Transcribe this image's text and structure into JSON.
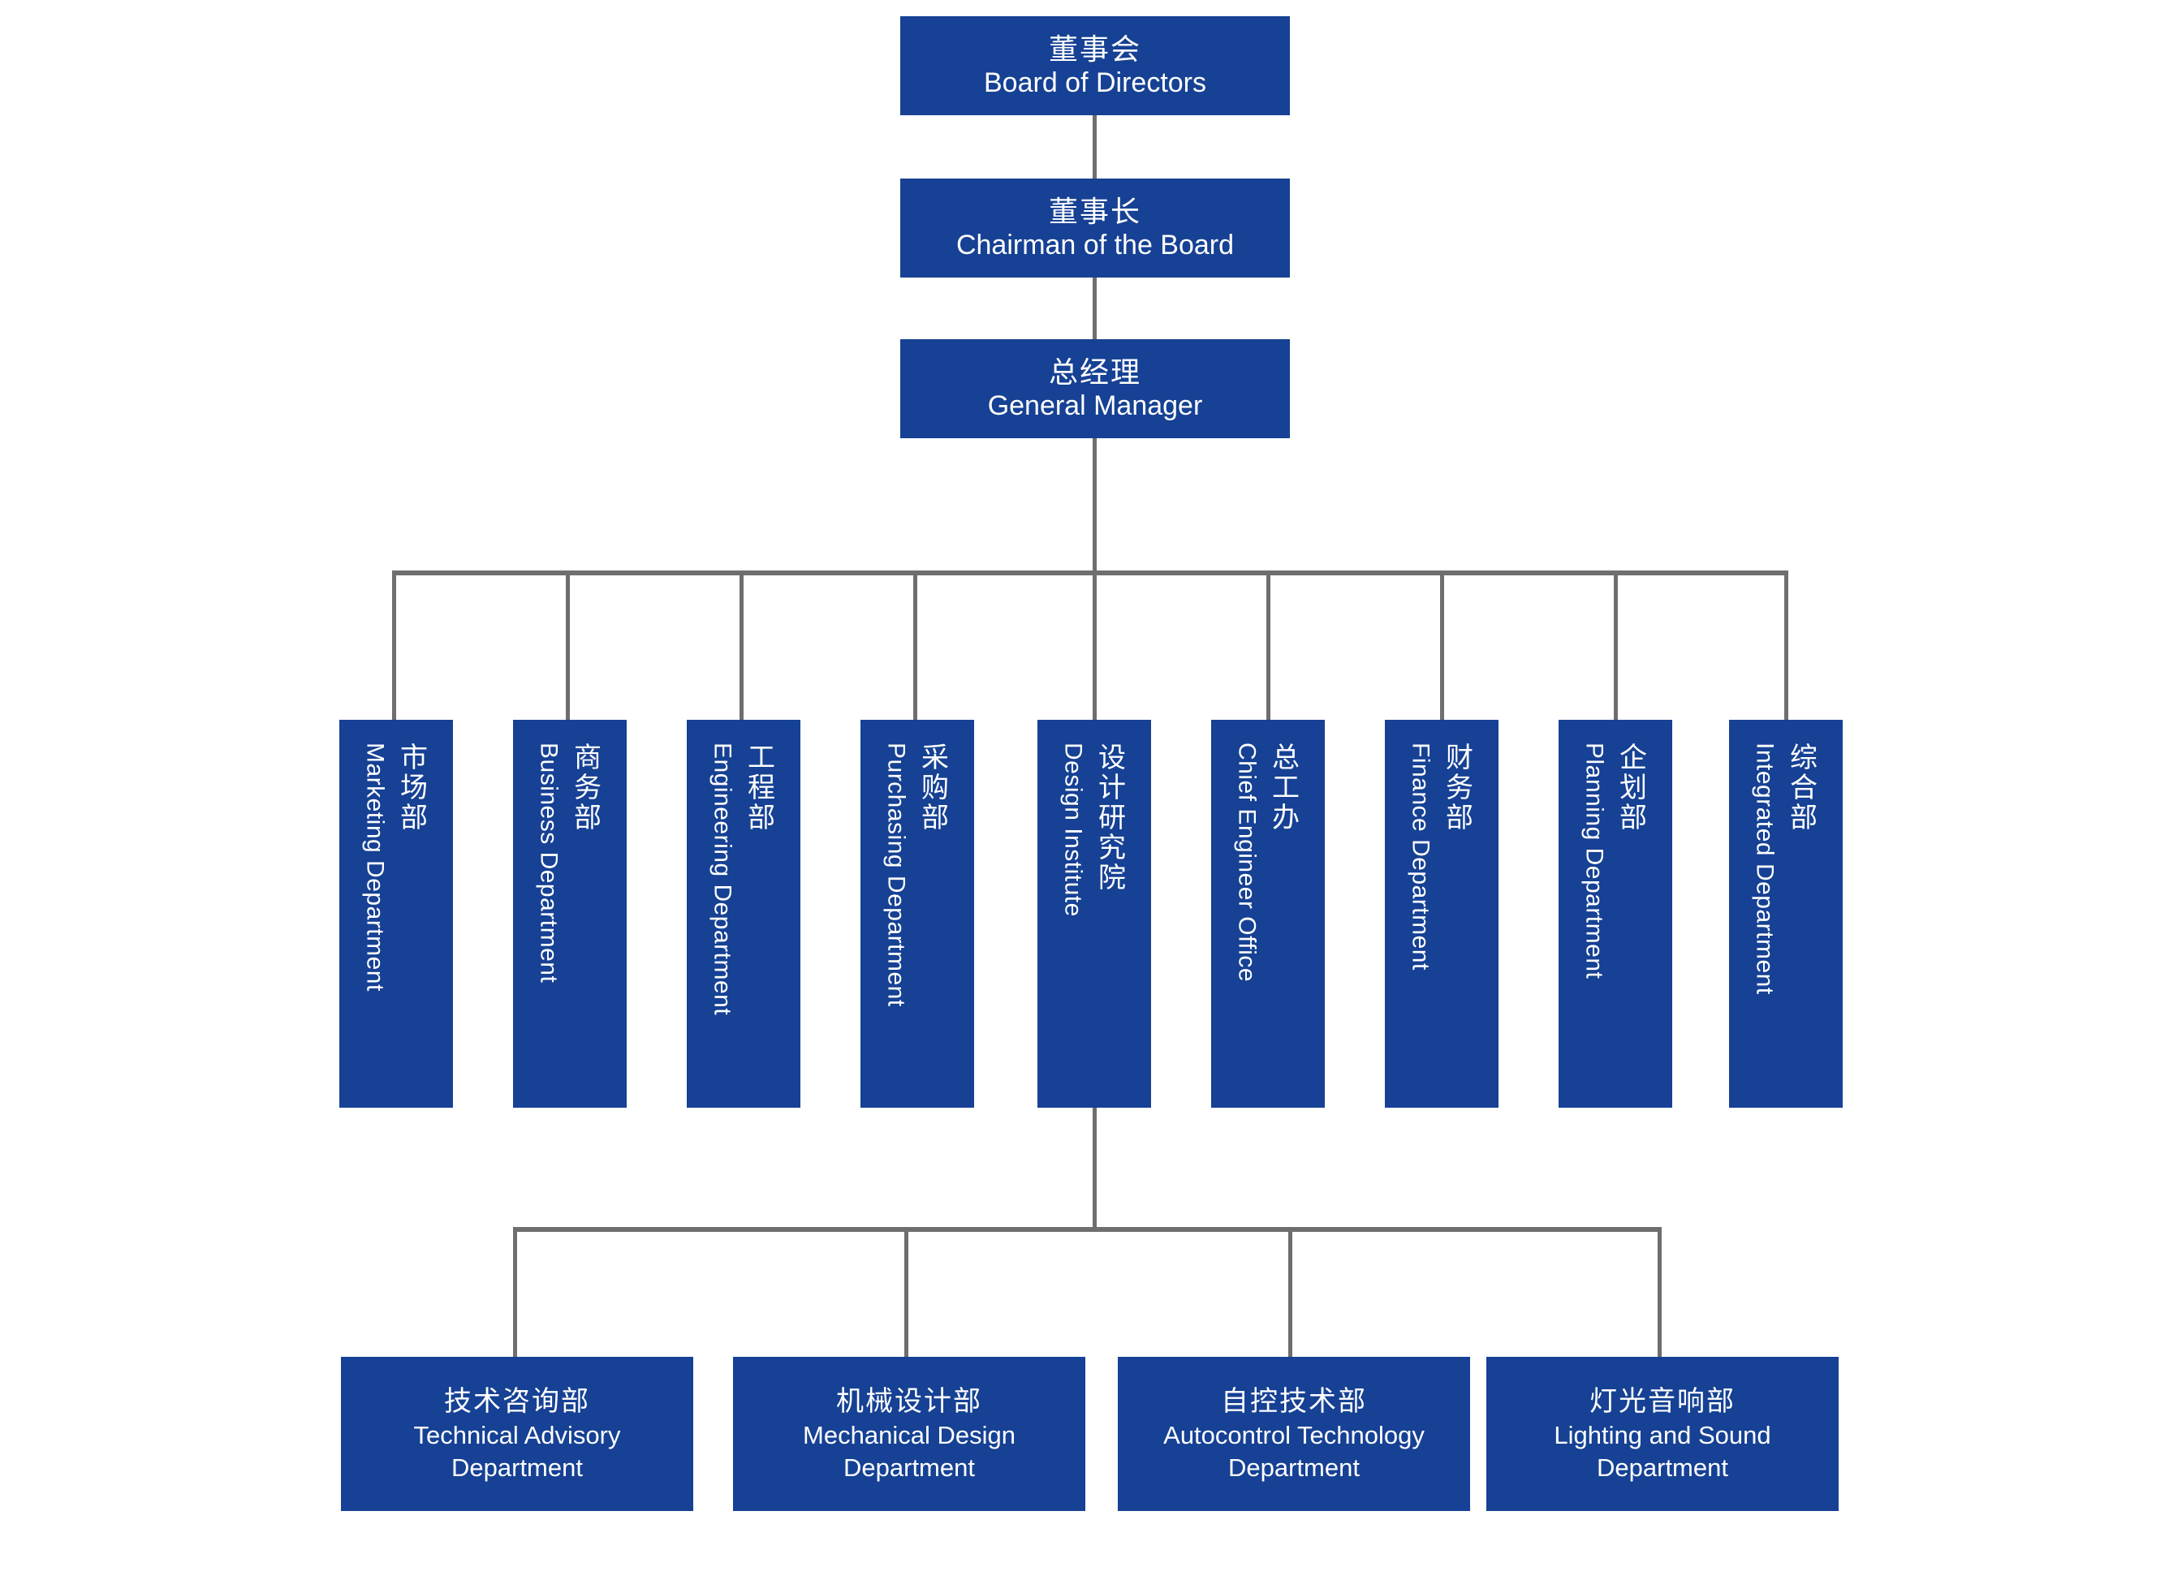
{
  "theme": {
    "box_color": "#164194",
    "line_color": "#6E6E6E",
    "text_color": "#FFFFFF",
    "background": "#FFFFFF"
  },
  "executive": [
    {
      "cn": "董事会",
      "en": "Board of Directors"
    },
    {
      "cn": "董事长",
      "en": "Chairman of the Board"
    },
    {
      "cn": "总经理",
      "en": "General Manager"
    }
  ],
  "departments": [
    {
      "cn": "市场部",
      "en": "Marketing Department"
    },
    {
      "cn": "商务部",
      "en": "Business Department"
    },
    {
      "cn": "工程部",
      "en": "Engineering Department"
    },
    {
      "cn": "采购部",
      "en": "Purchasing Department"
    },
    {
      "cn": "设计研究院",
      "en": "Design Institute"
    },
    {
      "cn": "总工办",
      "en": "Chief Engineer Office"
    },
    {
      "cn": "财务部",
      "en": "Finance Department"
    },
    {
      "cn": "企划部",
      "en": "Planning Department"
    },
    {
      "cn": "综合部",
      "en": "Integrated Department"
    }
  ],
  "sub_departments": [
    {
      "cn": "技术咨询部",
      "en1": "Technical Advisory",
      "en2": "Department"
    },
    {
      "cn": "机械设计部",
      "en1": "Mechanical Design",
      "en2": "Department"
    },
    {
      "cn": "自控技术部",
      "en1": "Autocontrol Technology",
      "en2": "Department"
    },
    {
      "cn": "灯光音响部",
      "en1": "Lighting and Sound",
      "en2": "Department"
    }
  ]
}
